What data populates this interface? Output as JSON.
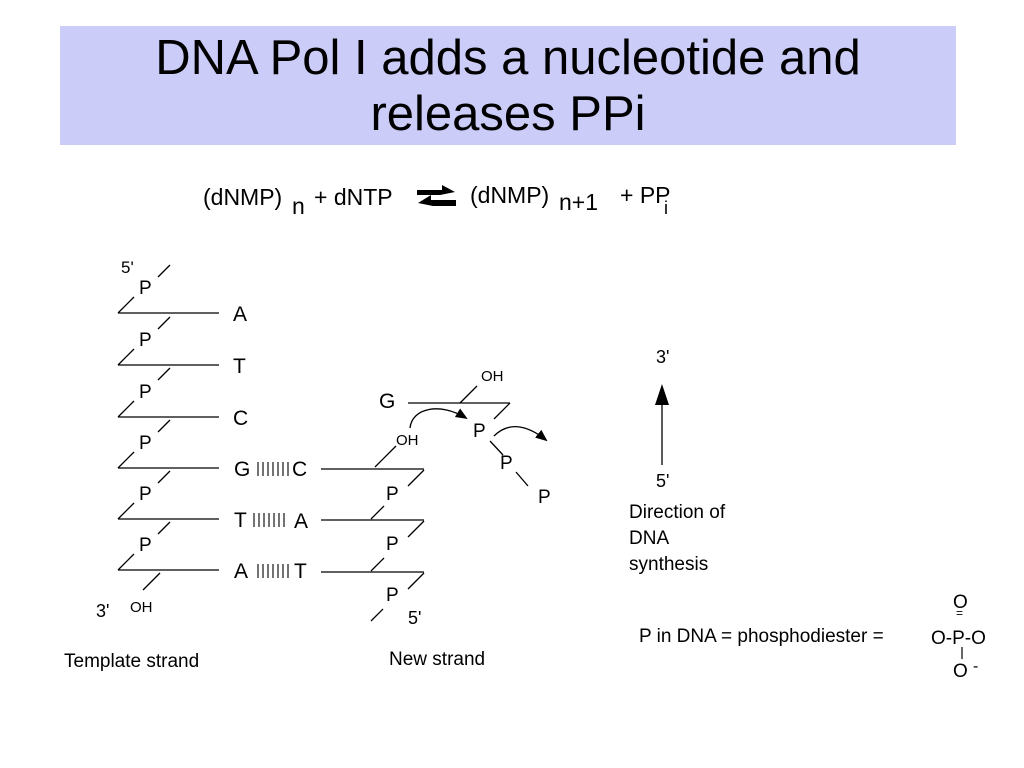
{
  "slide": {
    "title": "DNA Pol I adds a nucleotide and releases PPi"
  },
  "equation": {
    "reactant1": "(dNMP)",
    "reactant1_sub": "n",
    "plus_reactant2": "+ dNTP",
    "product1": "(dNMP)",
    "product1_sub": "n+1",
    "plus_product2": "+ PP",
    "product2_sub": "i"
  },
  "template_strand": {
    "five_prime": "5'",
    "three_prime": "3'",
    "phosphate": "P",
    "hydroxyl": "OH",
    "bases": [
      "A",
      "T",
      "C",
      "G",
      "T",
      "A"
    ],
    "caption": "Template strand"
  },
  "new_strand": {
    "bases": [
      "C",
      "A",
      "T"
    ],
    "phosphate": "P",
    "hydroxyl": "OH",
    "five_prime": "5'",
    "caption": "New strand"
  },
  "incoming_nucleotide": {
    "base": "G",
    "hydroxyl": "OH",
    "phosphate": "P"
  },
  "direction": {
    "three_prime": "3'",
    "five_prime": "5'",
    "caption_line1": "Direction of",
    "caption_line2": "DNA",
    "caption_line3": "synthesis"
  },
  "phosphodiester": {
    "label": "P in DNA = phosphodiester =",
    "top_o": "O",
    "double_bond": "=",
    "row": "O-P-O",
    "bottom_o": "O",
    "charge": "-"
  }
}
